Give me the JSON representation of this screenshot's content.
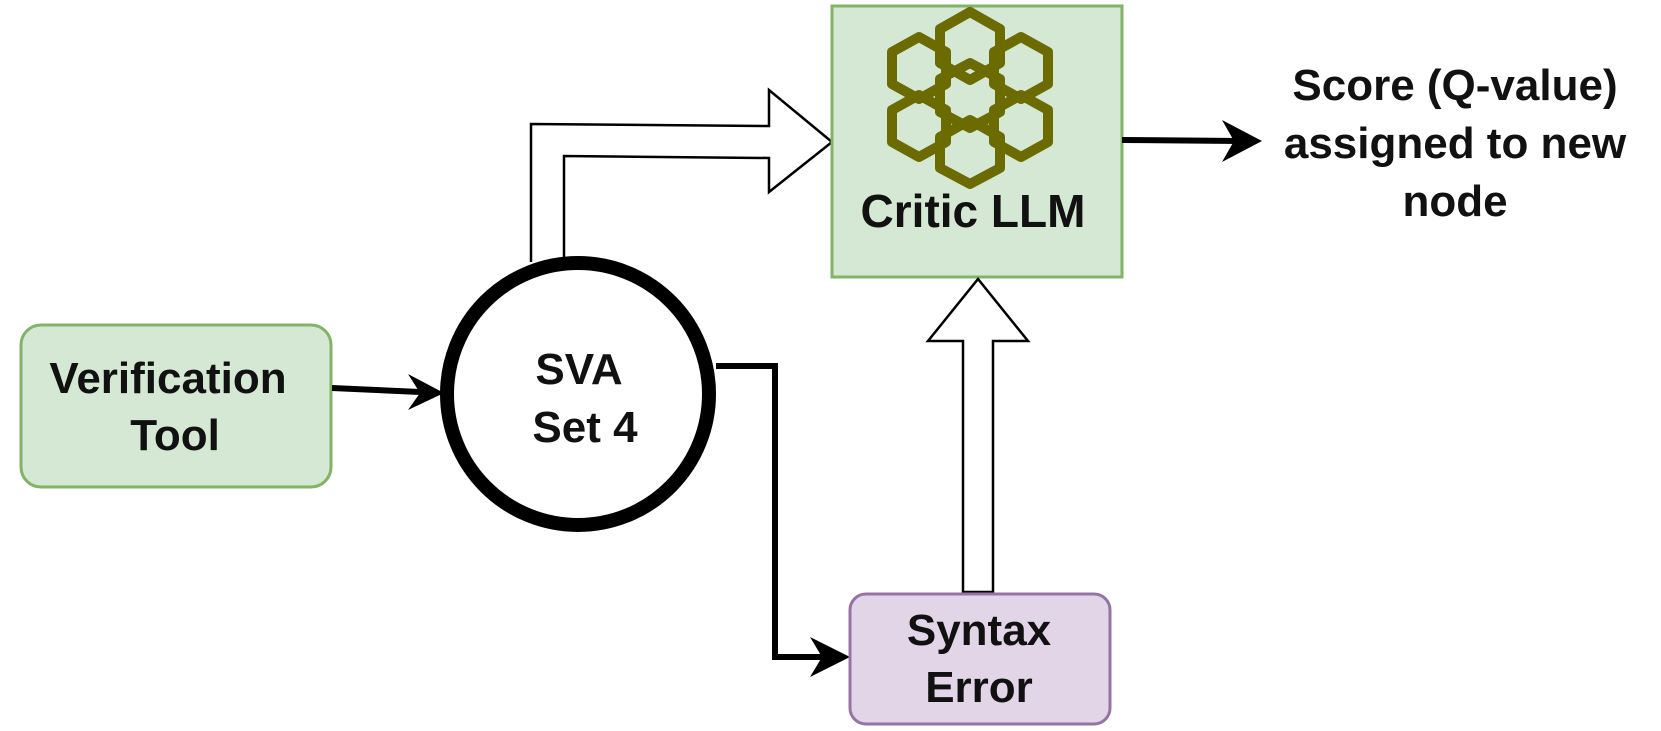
{
  "nodes": {
    "verification_tool": {
      "lines": [
        "Verification",
        "Tool"
      ],
      "fill": "#d5e8d4",
      "stroke": "#82b366"
    },
    "sva_set": {
      "lines": [
        "SVA",
        "Set 4"
      ],
      "fill": "#ffffff",
      "stroke": "#000000"
    },
    "critic_llm": {
      "label": "Critic LLM",
      "icon": "llm-network-icon",
      "icon_color": "#6b6b00",
      "fill": "#d5e8d4",
      "stroke": "#82b366"
    },
    "syntax_error": {
      "lines": [
        "Syntax",
        "Error"
      ],
      "fill": "#e1d5e7",
      "stroke": "#9673a6"
    },
    "score_output": {
      "lines": [
        "Score (Q-value)",
        "assigned to new",
        "node"
      ]
    }
  }
}
